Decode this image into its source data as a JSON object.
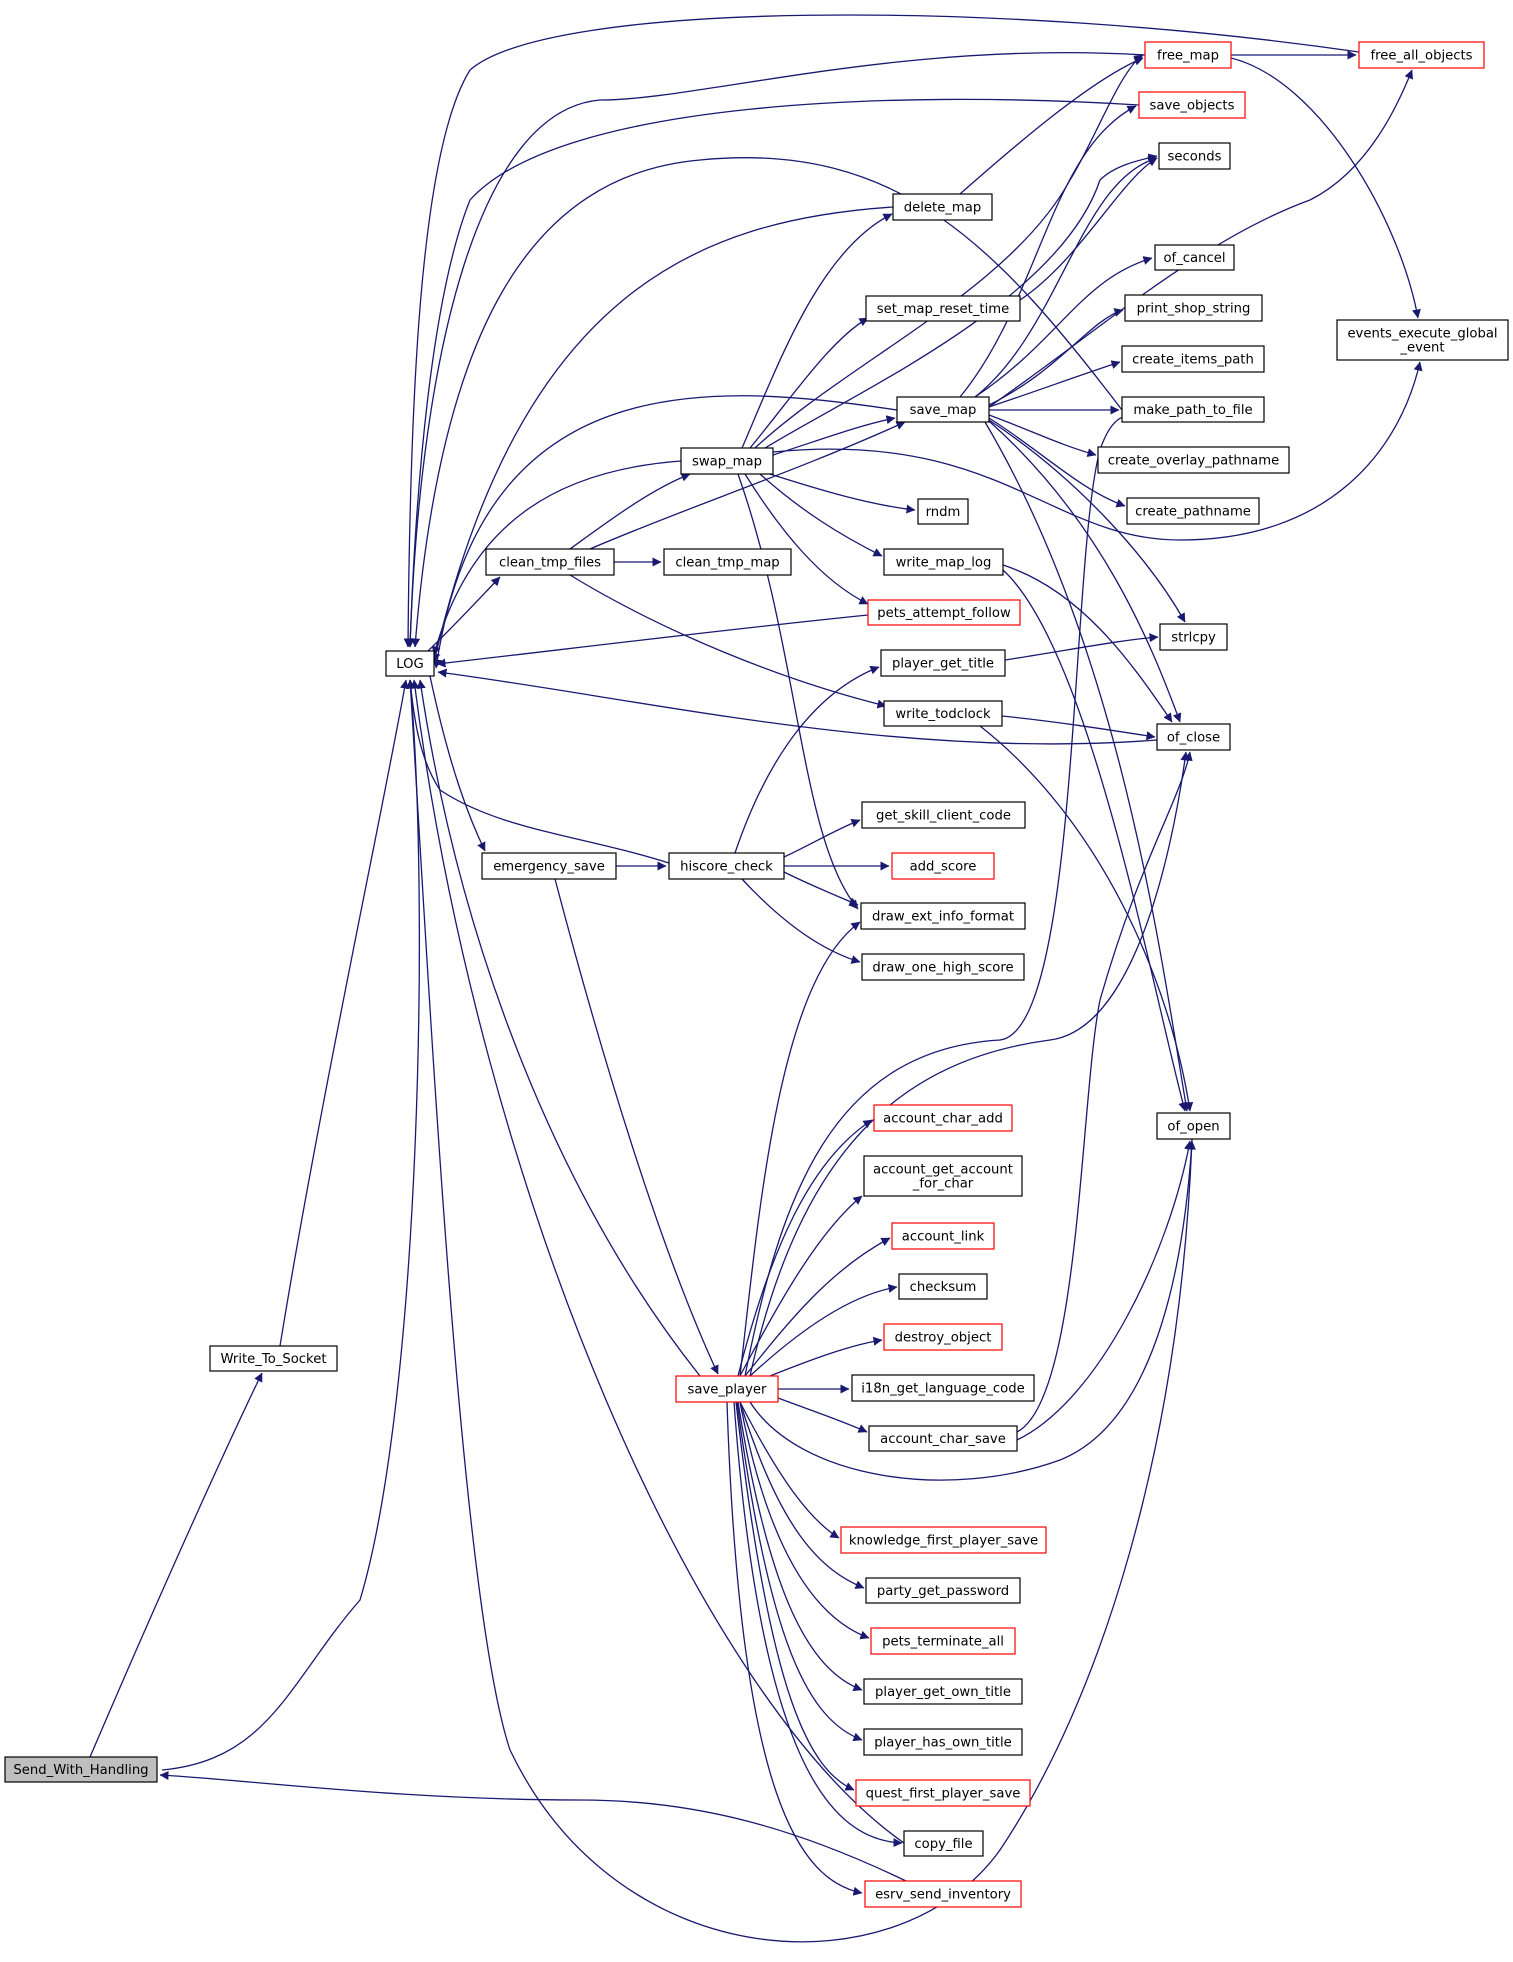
{
  "colors": {
    "edge": "#191970",
    "normal_border": "#000000",
    "truncated_border": "#ff0000",
    "highlight_fill": "#bfbfbf",
    "fill": "#ffffff"
  },
  "nodes": [
    {
      "id": "Send_With_Handling",
      "lines": [
        "Send_With_Handling"
      ],
      "style": "highlight"
    },
    {
      "id": "Write_To_Socket",
      "lines": [
        "Write_To_Socket"
      ],
      "style": "normal"
    },
    {
      "id": "LOG",
      "lines": [
        "LOG"
      ],
      "style": "normal"
    },
    {
      "id": "clean_tmp_files",
      "lines": [
        "clean_tmp_files"
      ],
      "style": "normal"
    },
    {
      "id": "emergency_save",
      "lines": [
        "emergency_save"
      ],
      "style": "normal"
    },
    {
      "id": "swap_map",
      "lines": [
        "swap_map"
      ],
      "style": "normal"
    },
    {
      "id": "clean_tmp_map",
      "lines": [
        "clean_tmp_map"
      ],
      "style": "normal"
    },
    {
      "id": "hiscore_check",
      "lines": [
        "hiscore_check"
      ],
      "style": "normal"
    },
    {
      "id": "save_player",
      "lines": [
        "save_player"
      ],
      "style": "truncated"
    },
    {
      "id": "delete_map",
      "lines": [
        "delete_map"
      ],
      "style": "normal"
    },
    {
      "id": "set_map_reset_time",
      "lines": [
        "set_map_reset_time"
      ],
      "style": "normal"
    },
    {
      "id": "save_map",
      "lines": [
        "save_map"
      ],
      "style": "normal"
    },
    {
      "id": "rndm",
      "lines": [
        "rndm"
      ],
      "style": "normal"
    },
    {
      "id": "write_map_log",
      "lines": [
        "write_map_log"
      ],
      "style": "normal"
    },
    {
      "id": "pets_attempt_follow",
      "lines": [
        "pets_attempt_follow"
      ],
      "style": "truncated"
    },
    {
      "id": "player_get_title",
      "lines": [
        "player_get_title"
      ],
      "style": "normal"
    },
    {
      "id": "write_todclock",
      "lines": [
        "write_todclock"
      ],
      "style": "normal"
    },
    {
      "id": "get_skill_client_code",
      "lines": [
        "get_skill_client_code"
      ],
      "style": "normal"
    },
    {
      "id": "add_score",
      "lines": [
        "add_score"
      ],
      "style": "truncated"
    },
    {
      "id": "draw_ext_info_format",
      "lines": [
        "draw_ext_info_format"
      ],
      "style": "normal"
    },
    {
      "id": "draw_one_high_score",
      "lines": [
        "draw_one_high_score"
      ],
      "style": "normal"
    },
    {
      "id": "account_char_add",
      "lines": [
        "account_char_add"
      ],
      "style": "truncated"
    },
    {
      "id": "account_get_account_for_char",
      "lines": [
        "account_get_account",
        "_for_char"
      ],
      "style": "normal"
    },
    {
      "id": "account_link",
      "lines": [
        "account_link"
      ],
      "style": "truncated"
    },
    {
      "id": "checksum",
      "lines": [
        "checksum"
      ],
      "style": "normal"
    },
    {
      "id": "destroy_object",
      "lines": [
        "destroy_object"
      ],
      "style": "truncated"
    },
    {
      "id": "i18n_get_language_code",
      "lines": [
        "i18n_get_language_code"
      ],
      "style": "normal"
    },
    {
      "id": "account_char_save",
      "lines": [
        "account_char_save"
      ],
      "style": "normal"
    },
    {
      "id": "knowledge_first_player_save",
      "lines": [
        "knowledge_first_player_save"
      ],
      "style": "truncated"
    },
    {
      "id": "party_get_password",
      "lines": [
        "party_get_password"
      ],
      "style": "normal"
    },
    {
      "id": "pets_terminate_all",
      "lines": [
        "pets_terminate_all"
      ],
      "style": "truncated"
    },
    {
      "id": "player_get_own_title",
      "lines": [
        "player_get_own_title"
      ],
      "style": "normal"
    },
    {
      "id": "player_has_own_title",
      "lines": [
        "player_has_own_title"
      ],
      "style": "normal"
    },
    {
      "id": "quest_first_player_save",
      "lines": [
        "quest_first_player_save"
      ],
      "style": "truncated"
    },
    {
      "id": "copy_file",
      "lines": [
        "copy_file"
      ],
      "style": "normal"
    },
    {
      "id": "esrv_send_inventory",
      "lines": [
        "esrv_send_inventory"
      ],
      "style": "truncated"
    },
    {
      "id": "free_map",
      "lines": [
        "free_map"
      ],
      "style": "truncated"
    },
    {
      "id": "save_objects",
      "lines": [
        "save_objects"
      ],
      "style": "truncated"
    },
    {
      "id": "seconds",
      "lines": [
        "seconds"
      ],
      "style": "normal"
    },
    {
      "id": "of_cancel",
      "lines": [
        "of_cancel"
      ],
      "style": "normal"
    },
    {
      "id": "print_shop_string",
      "lines": [
        "print_shop_string"
      ],
      "style": "normal"
    },
    {
      "id": "create_items_path",
      "lines": [
        "create_items_path"
      ],
      "style": "normal"
    },
    {
      "id": "make_path_to_file",
      "lines": [
        "make_path_to_file"
      ],
      "style": "normal"
    },
    {
      "id": "create_overlay_pathname",
      "lines": [
        "create_overlay_pathname"
      ],
      "style": "normal"
    },
    {
      "id": "create_pathname",
      "lines": [
        "create_pathname"
      ],
      "style": "normal"
    },
    {
      "id": "strlcpy",
      "lines": [
        "strlcpy"
      ],
      "style": "normal"
    },
    {
      "id": "of_close",
      "lines": [
        "of_close"
      ],
      "style": "normal"
    },
    {
      "id": "of_open",
      "lines": [
        "of_open"
      ],
      "style": "normal"
    },
    {
      "id": "free_all_objects",
      "lines": [
        "free_all_objects"
      ],
      "style": "truncated"
    },
    {
      "id": "events_execute_global_event",
      "lines": [
        "events_execute_global",
        "_event"
      ],
      "style": "normal"
    }
  ],
  "edges": [
    [
      "Send_With_Handling",
      "Write_To_Socket"
    ],
    [
      "Send_With_Handling",
      "LOG"
    ],
    [
      "Write_To_Socket",
      "LOG"
    ],
    [
      "LOG",
      "clean_tmp_files"
    ],
    [
      "LOG",
      "emergency_save"
    ],
    [
      "clean_tmp_files",
      "clean_tmp_map"
    ],
    [
      "clean_tmp_files",
      "swap_map"
    ],
    [
      "clean_tmp_files",
      "save_map"
    ],
    [
      "clean_tmp_files",
      "write_todclock"
    ],
    [
      "emergency_save",
      "hiscore_check"
    ],
    [
      "emergency_save",
      "save_player"
    ],
    [
      "swap_map",
      "LOG"
    ],
    [
      "swap_map",
      "delete_map"
    ],
    [
      "swap_map",
      "set_map_reset_time"
    ],
    [
      "swap_map",
      "save_map"
    ],
    [
      "swap_map",
      "rndm"
    ],
    [
      "swap_map",
      "write_map_log"
    ],
    [
      "swap_map",
      "pets_attempt_follow"
    ],
    [
      "swap_map",
      "draw_ext_info_format"
    ],
    [
      "swap_map",
      "free_map"
    ],
    [
      "swap_map",
      "seconds"
    ],
    [
      "swap_map",
      "events_execute_global_event"
    ],
    [
      "hiscore_check",
      "LOG"
    ],
    [
      "hiscore_check",
      "player_get_title"
    ],
    [
      "hiscore_check",
      "get_skill_client_code"
    ],
    [
      "hiscore_check",
      "add_score"
    ],
    [
      "hiscore_check",
      "draw_ext_info_format"
    ],
    [
      "hiscore_check",
      "draw_one_high_score"
    ],
    [
      "save_player",
      "LOG"
    ],
    [
      "save_player",
      "draw_ext_info_format"
    ],
    [
      "save_player",
      "make_path_to_file"
    ],
    [
      "save_player",
      "of_close"
    ],
    [
      "save_player",
      "account_char_add"
    ],
    [
      "save_player",
      "account_get_account_for_char"
    ],
    [
      "save_player",
      "account_link"
    ],
    [
      "save_player",
      "checksum"
    ],
    [
      "save_player",
      "destroy_object"
    ],
    [
      "save_player",
      "i18n_get_language_code"
    ],
    [
      "save_player",
      "account_char_save"
    ],
    [
      "save_player",
      "of_open"
    ],
    [
      "save_player",
      "knowledge_first_player_save"
    ],
    [
      "save_player",
      "party_get_password"
    ],
    [
      "save_player",
      "pets_terminate_all"
    ],
    [
      "save_player",
      "player_get_own_title"
    ],
    [
      "save_player",
      "player_has_own_title"
    ],
    [
      "save_player",
      "quest_first_player_save"
    ],
    [
      "save_player",
      "copy_file"
    ],
    [
      "save_player",
      "esrv_send_inventory"
    ],
    [
      "delete_map",
      "LOG"
    ],
    [
      "delete_map",
      "free_map"
    ],
    [
      "set_map_reset_time",
      "seconds"
    ],
    [
      "save_map",
      "LOG"
    ],
    [
      "save_map",
      "save_objects"
    ],
    [
      "save_map",
      "seconds"
    ],
    [
      "save_map",
      "of_cancel"
    ],
    [
      "save_map",
      "print_shop_string"
    ],
    [
      "save_map",
      "create_items_path"
    ],
    [
      "save_map",
      "make_path_to_file"
    ],
    [
      "save_map",
      "create_overlay_pathname"
    ],
    [
      "save_map",
      "create_pathname"
    ],
    [
      "save_map",
      "strlcpy"
    ],
    [
      "save_map",
      "of_close"
    ],
    [
      "save_map",
      "of_open"
    ],
    [
      "save_map",
      "free_all_objects"
    ],
    [
      "write_map_log",
      "of_close"
    ],
    [
      "write_map_log",
      "of_open"
    ],
    [
      "pets_attempt_follow",
      "LOG"
    ],
    [
      "player_get_title",
      "strlcpy"
    ],
    [
      "write_todclock",
      "of_close"
    ],
    [
      "write_todclock",
      "of_open"
    ],
    [
      "account_char_save",
      "of_close"
    ],
    [
      "account_char_save",
      "of_open"
    ],
    [
      "copy_file",
      "LOG"
    ],
    [
      "esrv_send_inventory",
      "Send_With_Handling"
    ],
    [
      "free_map",
      "LOG"
    ],
    [
      "free_map",
      "free_all_objects"
    ],
    [
      "free_map",
      "events_execute_global_event"
    ],
    [
      "save_objects",
      "LOG"
    ],
    [
      "free_all_objects",
      "LOG"
    ],
    [
      "make_path_to_file",
      "LOG"
    ],
    [
      "of_close",
      "LOG"
    ],
    [
      "of_open",
      "LOG"
    ]
  ]
}
